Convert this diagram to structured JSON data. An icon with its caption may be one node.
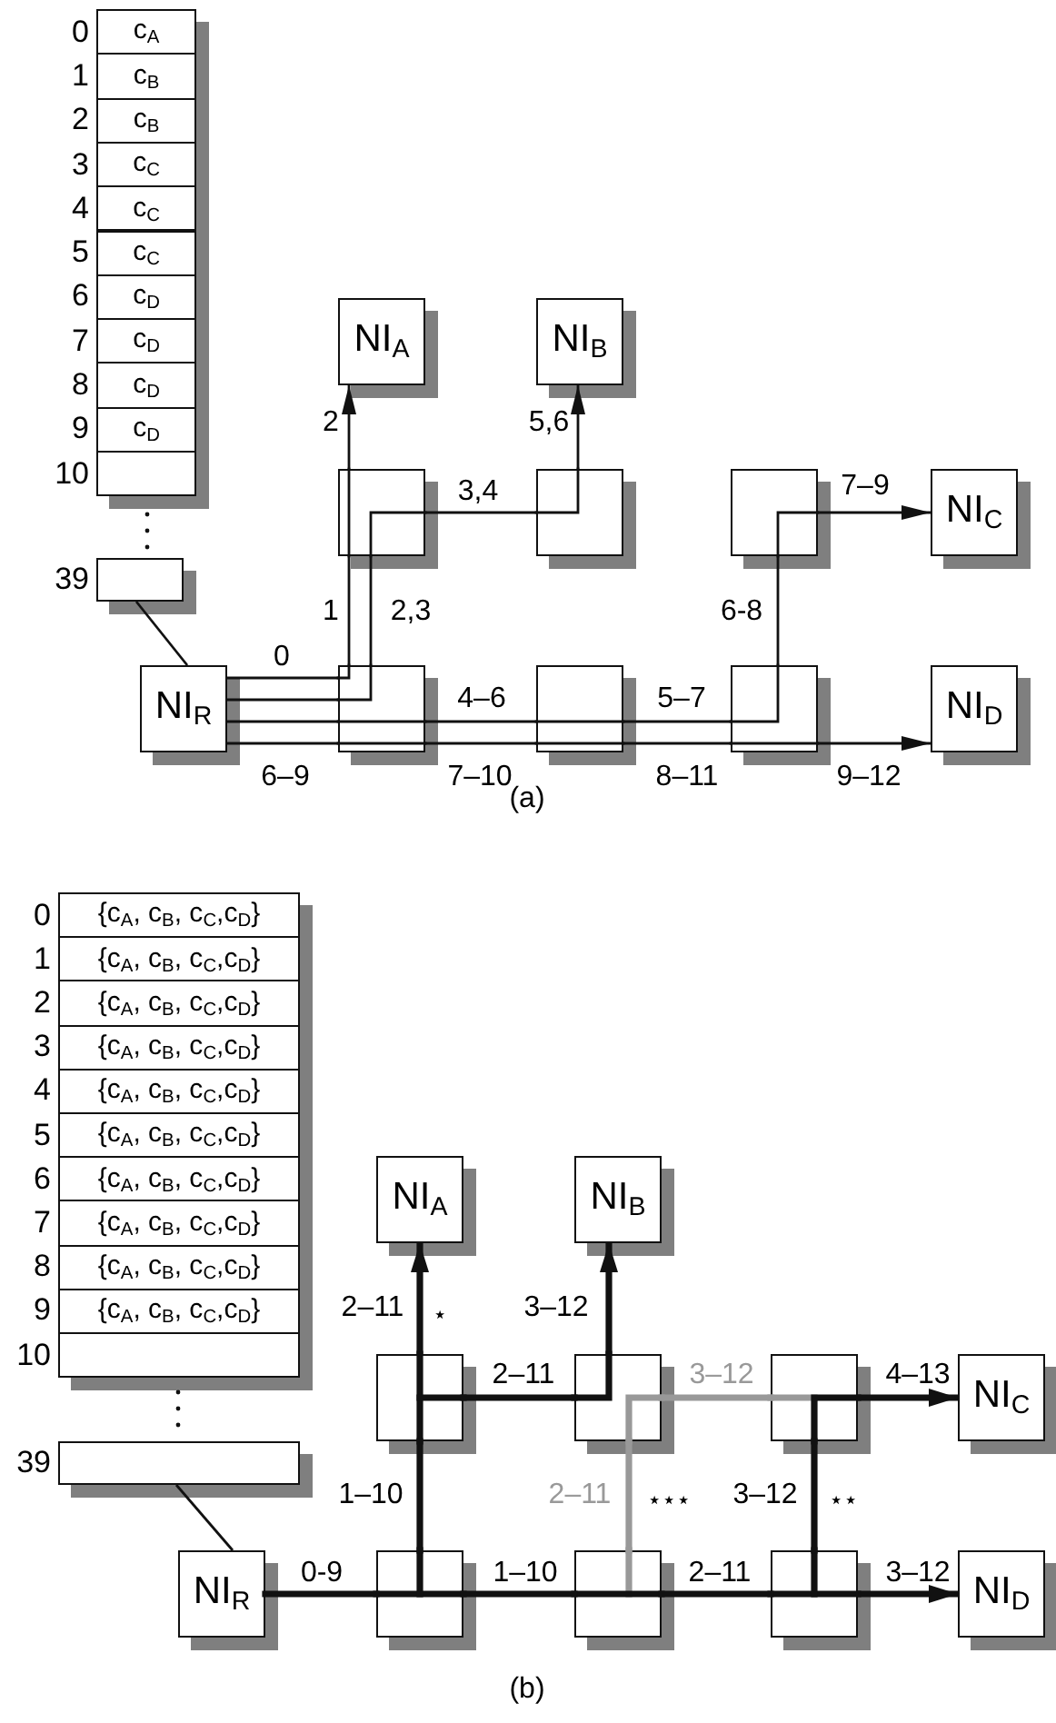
{
  "diagram": {
    "nodes": [
      {
        "text": [
          "c$_{A}$"
        ],
        "beside": [
          "0"
        ]
      },
      {
        "text": [
          "c$_{B}$"
        ],
        "beside": [
          "1"
        ]
      },
      {
        "text": [
          "c$_{B}$"
        ],
        "beside": [
          "2"
        ]
      },
      {
        "text": [
          "c$_{C}$"
        ],
        "beside": [
          "3"
        ]
      },
      {
        "text": [
          "c$_{C}$"
        ],
        "beside": [
          "4"
        ]
      },
      {
        "text": [
          "c$_{C}$"
        ],
        "beside": [
          "5"
        ]
      },
      {
        "text": [
          "c$_{D}$"
        ],
        "beside": [
          "6"
        ]
      },
      {
        "text": [
          "c$_{D}$"
        ],
        "beside": [
          "7"
        ]
      },
      {
        "text": [
          "c$_{D}$"
        ],
        "beside": [
          "8"
        ]
      },
      {
        "text": [
          "c$_{D}$"
        ],
        "beside": [
          "9"
        ]
      },
      {
        "text": [],
        "shape": "box",
        "beside": [
          "10"
        ]
      },
      {
        "text": [],
        "shape": "box",
        "beside": [
          "39"
        ]
      },
      {
        "text": [
          "NI$_{A}$"
        ]
      },
      {
        "text": [
          "NI$_{B}$"
        ]
      },
      {
        "text": [],
        "shape": "box"
      },
      {
        "text": [],
        "shape": "box"
      },
      {
        "text": [],
        "shape": "box"
      },
      {
        "text": [
          "NI$_{C}$"
        ]
      },
      {
        "text": [
          "NI$_{R}$"
        ]
      },
      {
        "text": [],
        "shape": "box"
      },
      {
        "text": [],
        "shape": "box"
      },
      {
        "text": [],
        "shape": "box"
      },
      {
        "text": [
          "NI$_{D}$"
        ]
      },
      {
        "text": [
          "{c$_{A}$, c$_{B}$, c$_{C}$,c$_{D}$}"
        ],
        "beside": [
          "0"
        ]
      },
      {
        "text": [
          "{c$_{A}$, c$_{B}$, c$_{C}$,c$_{D}$}"
        ],
        "beside": [
          "1"
        ]
      },
      {
        "text": [
          "{c$_{A}$, c$_{B}$, c$_{C}$,c$_{D}$}"
        ],
        "beside": [
          "2"
        ]
      },
      {
        "text": [
          "{c$_{A}$, c$_{B}$, c$_{C}$,c$_{D}$}"
        ],
        "beside": [
          "3"
        ]
      },
      {
        "text": [
          "{c$_{A}$, c$_{B}$, c$_{C}$,c$_{D}$}"
        ],
        "beside": [
          "4"
        ]
      },
      {
        "text": [
          "{c$_{A}$, c$_{B}$, c$_{C}$,c$_{D}$}"
        ],
        "beside": [
          "5"
        ]
      },
      {
        "text": [
          "{c$_{A}$, c$_{B}$, c$_{C}$,c$_{D}$}"
        ],
        "beside": [
          "6"
        ]
      },
      {
        "text": [
          "{c$_{A}$, c$_{B}$, c$_{C}$,c$_{D}$}"
        ],
        "beside": [
          "7"
        ]
      },
      {
        "text": [
          "{c$_{A}$, c$_{B}$, c$_{C}$,c$_{D}$}"
        ],
        "beside": [
          "8"
        ]
      },
      {
        "text": [
          "{c$_{A}$, c$_{B}$, c$_{C}$,c$_{D}$}"
        ],
        "beside": [
          "9"
        ]
      },
      {
        "text": [],
        "shape": "box",
        "beside": [
          "10"
        ]
      },
      {
        "text": [],
        "shape": "box",
        "beside": [
          "39"
        ]
      },
      {
        "text": [
          "NI$_{A}$"
        ]
      },
      {
        "text": [
          "NI$_{B}$"
        ]
      },
      {
        "text": [],
        "shape": "box"
      },
      {
        "text": [],
        "shape": "box"
      },
      {
        "text": [],
        "shape": "box"
      },
      {
        "text": [
          "NI$_{C}$"
        ]
      },
      {
        "text": [
          "NI$_{R}$"
        ]
      },
      {
        "text": [],
        "shape": "box"
      },
      {
        "text": [],
        "shape": "box"
      },
      {
        "text": [],
        "shape": "box"
      },
      {
        "text": [
          "NI$_{D}$"
        ]
      }
    ],
    "edges": [
      {
        "from": 11,
        "to": 18,
        "arrow": "none"
      },
      {
        "from": 18,
        "to": 19,
        "arrow": "none"
      },
      {
        "from": 19,
        "to": 14,
        "arrow": "none"
      },
      {
        "from": 14,
        "to": 12,
        "arrow": "to"
      },
      {
        "from": 18,
        "to": 19,
        "arrow": "none"
      },
      {
        "from": 19,
        "to": 14,
        "arrow": "none"
      },
      {
        "from": 14,
        "to": 15,
        "arrow": "none"
      },
      {
        "from": 15,
        "to": 13,
        "arrow": "to"
      },
      {
        "from": 18,
        "to": 19,
        "arrow": "none"
      },
      {
        "from": 19,
        "to": 20,
        "arrow": "none"
      },
      {
        "from": 20,
        "to": 21,
        "arrow": "none"
      },
      {
        "from": 21,
        "to": 16,
        "arrow": "none"
      },
      {
        "from": 16,
        "to": 17,
        "arrow": "to"
      },
      {
        "from": 18,
        "to": 19,
        "arrow": "none"
      },
      {
        "from": 19,
        "to": 20,
        "arrow": "none"
      },
      {
        "from": 20,
        "to": 21,
        "arrow": "none"
      },
      {
        "from": 21,
        "to": 22,
        "arrow": "to"
      },
      {
        "from": 34,
        "to": 41,
        "arrow": "none"
      },
      {
        "from": 41,
        "to": 42,
        "arrow": "none",
        "style": "thick"
      },
      {
        "from": 42,
        "to": 43,
        "arrow": "none",
        "style": "thick"
      },
      {
        "from": 43,
        "to": 44,
        "arrow": "none",
        "style": "thick"
      },
      {
        "from": 44,
        "to": 45,
        "arrow": "to",
        "style": "thick"
      },
      {
        "from": 42,
        "to": 37,
        "arrow": "none",
        "style": "thick"
      },
      {
        "from": 37,
        "to": 35,
        "arrow": "to",
        "style": "thick"
      },
      {
        "from": 37,
        "to": 38,
        "arrow": "none",
        "style": "thick"
      },
      {
        "from": 38,
        "to": 36,
        "arrow": "to",
        "style": "thick"
      },
      {
        "from": 44,
        "to": 39,
        "arrow": "none",
        "style": "thick"
      },
      {
        "from": 39,
        "to": 40,
        "arrow": "to",
        "style": "thick"
      },
      {
        "from": 43,
        "to": 38,
        "arrow": "none",
        "style": "thick",
        "color": "#999999"
      },
      {
        "from": 38,
        "to": 39,
        "arrow": "none",
        "style": "thick",
        "color": "#999999"
      }
    ],
    "labels": [
      "2",
      "5,6",
      "3,4",
      "7–9",
      "1",
      "2,3",
      "6-8",
      "0",
      "4–6",
      "5–7",
      "6–9",
      "7–10",
      "8–11",
      "9–12",
      "(a)",
      "2–11",
      "⋆",
      "3–12",
      "2–11",
      "3–12",
      "4–13",
      "1–10",
      "2–11",
      "⋆⋆⋆",
      "3–12",
      "⋆⋆",
      "0-9",
      "1–10",
      "2–11",
      "3–12",
      "(b)"
    ]
  }
}
